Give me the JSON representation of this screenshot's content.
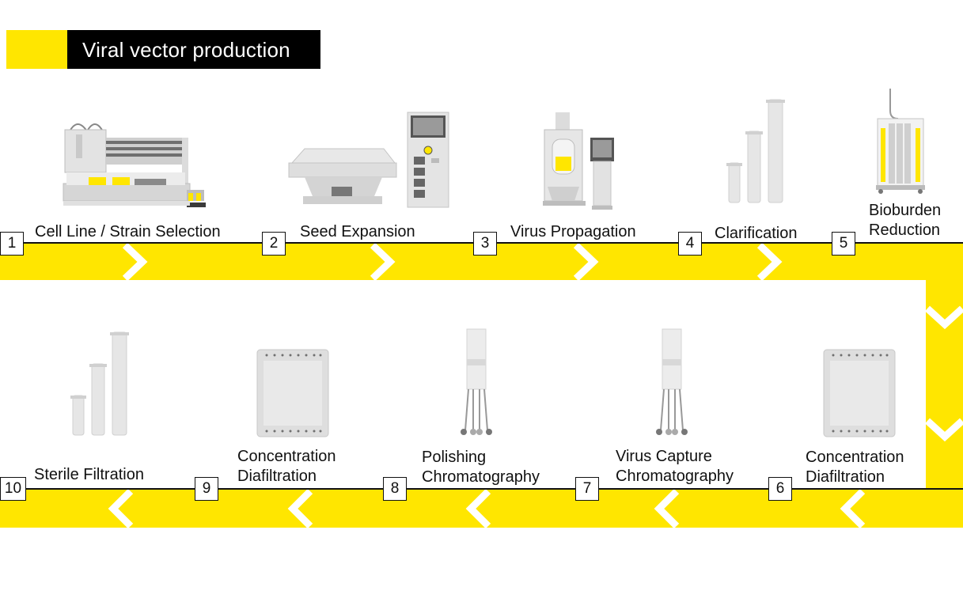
{
  "title": "Viral vector production",
  "colors": {
    "accent": "#ffe600",
    "dark": "#000000",
    "line": "#111111",
    "equipment": "#d9d9d9"
  },
  "steps": [
    {
      "number": "1",
      "label_lines": [
        "Cell Line / Strain Selection"
      ],
      "icon": "liquid-handler-icon"
    },
    {
      "number": "2",
      "label_lines": [
        "Seed Expansion"
      ],
      "icon": "rocking-bioreactor-icon"
    },
    {
      "number": "3",
      "label_lines": [
        "Virus Propagation"
      ],
      "icon": "bioreactor-icon"
    },
    {
      "number": "4",
      "label_lines": [
        "Clarification"
      ],
      "icon": "filter-capsules-icon"
    },
    {
      "number": "5",
      "label_lines": [
        "Bioburden",
        "Reduction"
      ],
      "icon": "filter-rack-icon"
    },
    {
      "number": "6",
      "label_lines": [
        "Concentration",
        "Diafiltration"
      ],
      "icon": "membrane-cassette-icon"
    },
    {
      "number": "7",
      "label_lines": [
        "Virus Capture",
        "Chromatography"
      ],
      "icon": "chromatography-column-icon"
    },
    {
      "number": "8",
      "label_lines": [
        "Polishing",
        "Chromatography"
      ],
      "icon": "chromatography-column-icon"
    },
    {
      "number": "9",
      "label_lines": [
        "Concentration",
        "Diafiltration"
      ],
      "icon": "membrane-cassette-icon"
    },
    {
      "number": "10",
      "label_lines": [
        "Sterile Filtration"
      ],
      "icon": "filter-capsules-icon"
    }
  ]
}
